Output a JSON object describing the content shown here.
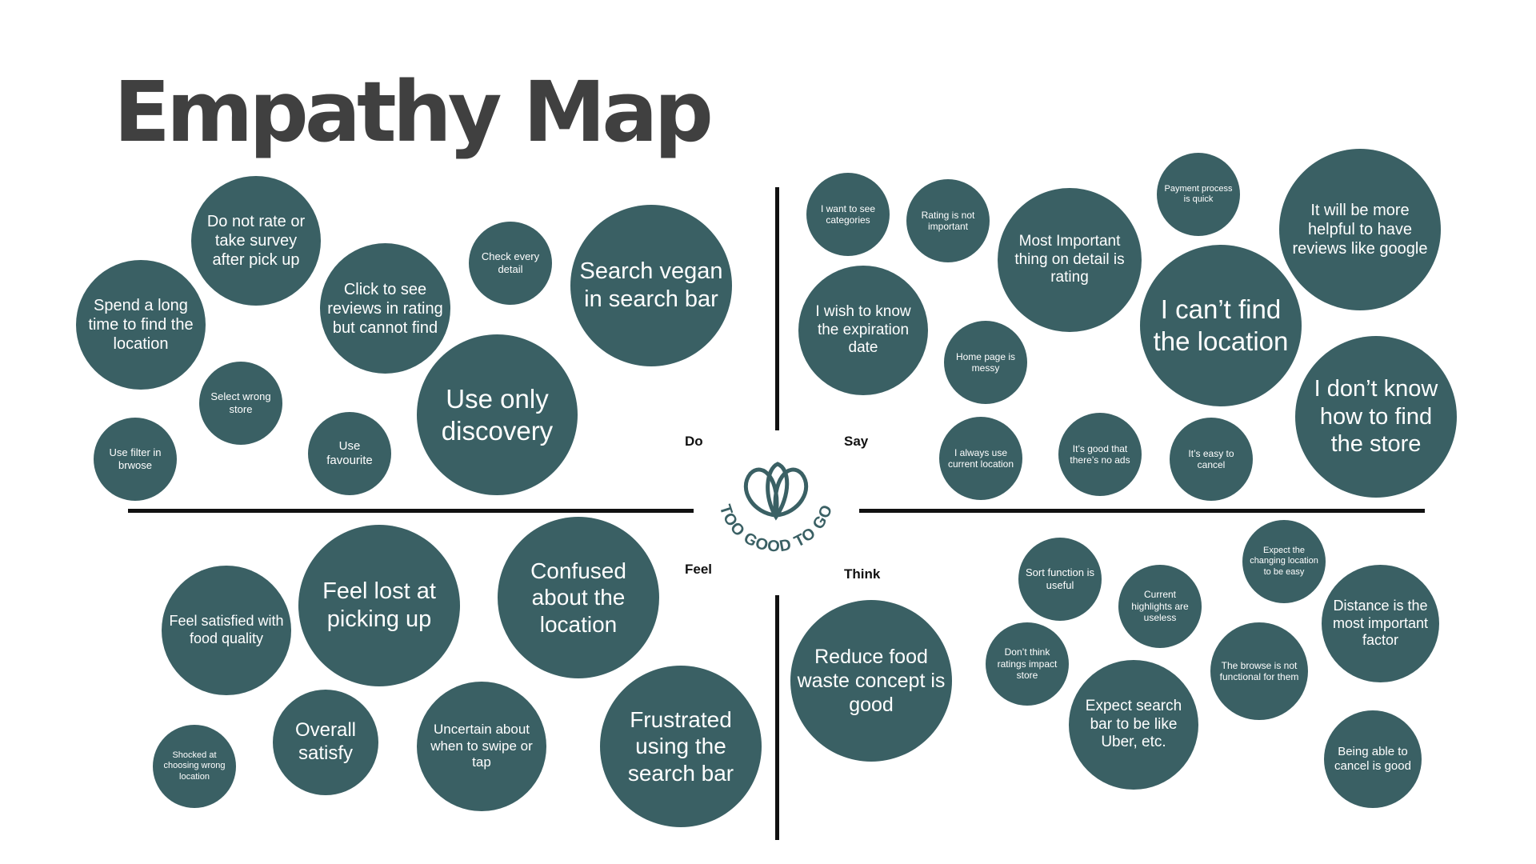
{
  "title": "Empathy Map",
  "quadrants": {
    "do": "Do",
    "say": "Say",
    "feel": "Feel",
    "think": "Think"
  },
  "logo": {
    "text": "TOO GOOD TO GO",
    "color": "#3a6064"
  },
  "colors": {
    "bubble": "#3a6064",
    "title": "#404040",
    "axis": "#111111"
  },
  "do_notes": [
    "Do not rate or take survey after pick up",
    "Spend a long time to find the location",
    "Click to see reviews in rating but cannot find",
    "Check every detail",
    "Search vegan in search bar",
    "Select wrong store",
    "Use only discovery",
    "Use filter in brwose",
    "Use favourite"
  ],
  "say_notes": [
    "I want to see categories",
    "Rating is not important",
    "Most Important thing on detail is rating",
    "Payment process is quick",
    "It will be more helpful to have reviews like google",
    "I wish to know the expiration date",
    "Home page is messy",
    "I can’t find the location",
    "I don’t know how to find the store",
    "I always use current location",
    "It’s good that there’s no ads",
    "It’s easy to cancel"
  ],
  "feel_notes": [
    "Feel satisfied with food quality",
    "Feel lost at picking up",
    "Confused about the location",
    "Overall satisfy",
    "Uncertain about when to swipe or tap",
    "Frustrated using the search bar",
    "Shocked at choosing wrong location"
  ],
  "think_notes": [
    "Sort function is useful",
    "Current highlights are useless",
    "Expect the changing location to be easy",
    "Distance is the most important factor",
    "Reduce food waste concept is good",
    "Don’t think ratings impact store",
    "The browse is not functional for them",
    "Expect search bar to be like Uber, etc.",
    "Being able to cancel is good"
  ]
}
